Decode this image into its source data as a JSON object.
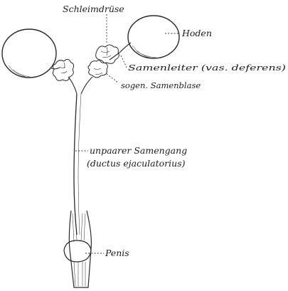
{
  "labels": {
    "schleimdruese": "Schleimdrüse",
    "hoden": "Hoden",
    "samenleiter": "Samenleiter (vas. deferens)",
    "samenblase": "sogen. Samenblase",
    "samengang_1": "unpaarer Samengang",
    "samengang_2": "(ductus ejaculatorius)",
    "penis": "Penis"
  }
}
